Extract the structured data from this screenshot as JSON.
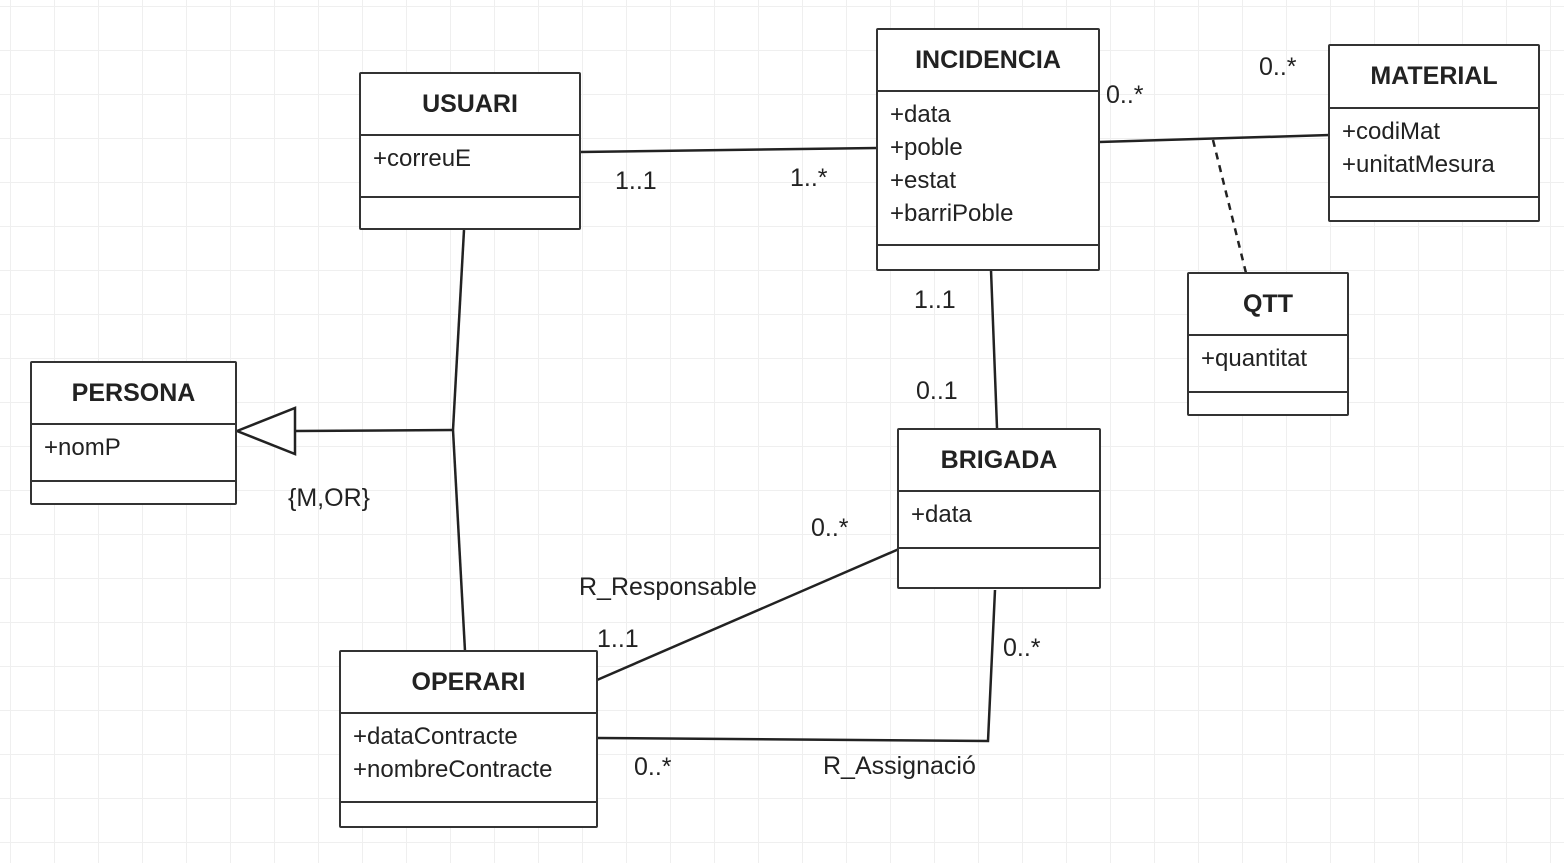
{
  "diagram": {
    "type": "UML class diagram",
    "classes": [
      {
        "id": "usuari",
        "name": "USUARI",
        "attributes": [
          "+correuE"
        ],
        "operations": []
      },
      {
        "id": "incidencia",
        "name": "INCIDENCIA",
        "attributes": [
          "+data",
          "+poble",
          "+estat",
          "+barriPoble"
        ],
        "operations": []
      },
      {
        "id": "material",
        "name": "MATERIAL",
        "attributes": [
          "+codiMat",
          "+unitatMesura"
        ],
        "operations": []
      },
      {
        "id": "qtt",
        "name": "QTT",
        "attributes": [
          "+quantitat"
        ],
        "operations": []
      },
      {
        "id": "persona",
        "name": "PERSONA",
        "attributes": [
          "+nomP"
        ],
        "operations": []
      },
      {
        "id": "brigada",
        "name": "BRIGADA",
        "attributes": [
          "+data"
        ],
        "operations": []
      },
      {
        "id": "operari",
        "name": "OPERARI",
        "attributes": [
          "+dataContracte",
          "+nombreContracte"
        ],
        "operations": []
      }
    ],
    "associations": [
      {
        "from": "USUARI",
        "to": "INCIDENCIA",
        "from_mult": "1..1",
        "to_mult": "1..*",
        "name": ""
      },
      {
        "from": "INCIDENCIA",
        "to": "MATERIAL",
        "from_mult": "0..*",
        "to_mult": "0..*",
        "name": "",
        "association_class": "QTT"
      },
      {
        "from": "INCIDENCIA",
        "to": "BRIGADA",
        "from_mult": "1..1",
        "to_mult": "0..1",
        "name": ""
      },
      {
        "from": "OPERARI",
        "to": "BRIGADA",
        "from_mult": "1..1",
        "to_mult": "0..*",
        "name": "R_Responsable"
      },
      {
        "from": "OPERARI",
        "to": "BRIGADA",
        "from_mult": "0..*",
        "to_mult": "0..*",
        "name": "R_Assignació"
      }
    ],
    "generalization": {
      "parent": "PERSONA",
      "children": [
        "USUARI",
        "OPERARI"
      ],
      "constraint": "{M,OR}"
    }
  },
  "labels": {
    "usuari_incid_from": "1..1",
    "usuari_incid_to": "1..*",
    "incid_mat_from": "0..*",
    "incid_mat_to": "0..*",
    "incid_brig_from": "1..1",
    "incid_brig_to": "0..1",
    "resp_from": "1..1",
    "resp_to": "0..*",
    "resp_name": "R_Responsable",
    "assig_from": "0..*",
    "assig_to": "0..*",
    "assig_name": "R_Assignació",
    "gen_constraint": "{M,OR}"
  }
}
